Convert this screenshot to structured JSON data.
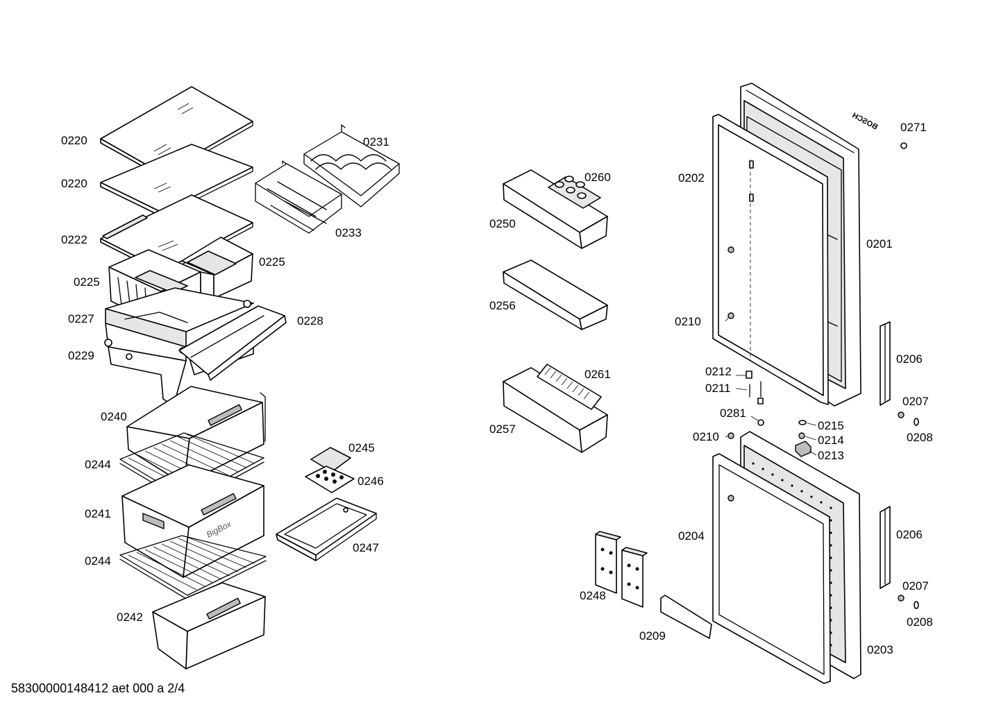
{
  "footer": "58300000148412 aet 000 a 2/4",
  "brand_mark": "BOSCH",
  "drawer_brand": "BigBox",
  "labels": {
    "shelf_a": "0220",
    "shelf_b": "0220",
    "shelf_c": "0222",
    "crisper_l": "0225",
    "crisper_r": "0225",
    "frame_0227": "0227",
    "cover_0228": "0228",
    "frame_0229": "0229",
    "rack_0231": "0231",
    "rack_0233": "0233",
    "drawer_0240": "0240",
    "drawer_0241": "0241",
    "drawer_0242": "0242",
    "grid_0244a": "0244",
    "grid_0244b": "0244",
    "lid_0245": "0245",
    "tray_0246": "0246",
    "tray_0247": "0247",
    "cold_0248": "0248",
    "rail_0209": "0209",
    "bin_0250": "0250",
    "bin_0256": "0256",
    "bin_0257": "0257",
    "egg_0260": "0260",
    "div_0261": "0261",
    "door_0201": "0201",
    "seal_0202": "0202",
    "door_0203": "0203",
    "seal_0204": "0204",
    "handle_0206a": "0206",
    "handle_0206b": "0206",
    "screw_0207a": "0207",
    "screw_0207b": "0207",
    "cap_0208a": "0208",
    "cap_0208b": "0208",
    "pin_0210a": "0210",
    "pin_0210b": "0210",
    "bush_0211": "0211",
    "bush_0212": "0212",
    "hinge_0213": "0213",
    "part_0214": "0214",
    "part_0215": "0215",
    "logo_0271": "0271",
    "part_0281": "0281"
  }
}
